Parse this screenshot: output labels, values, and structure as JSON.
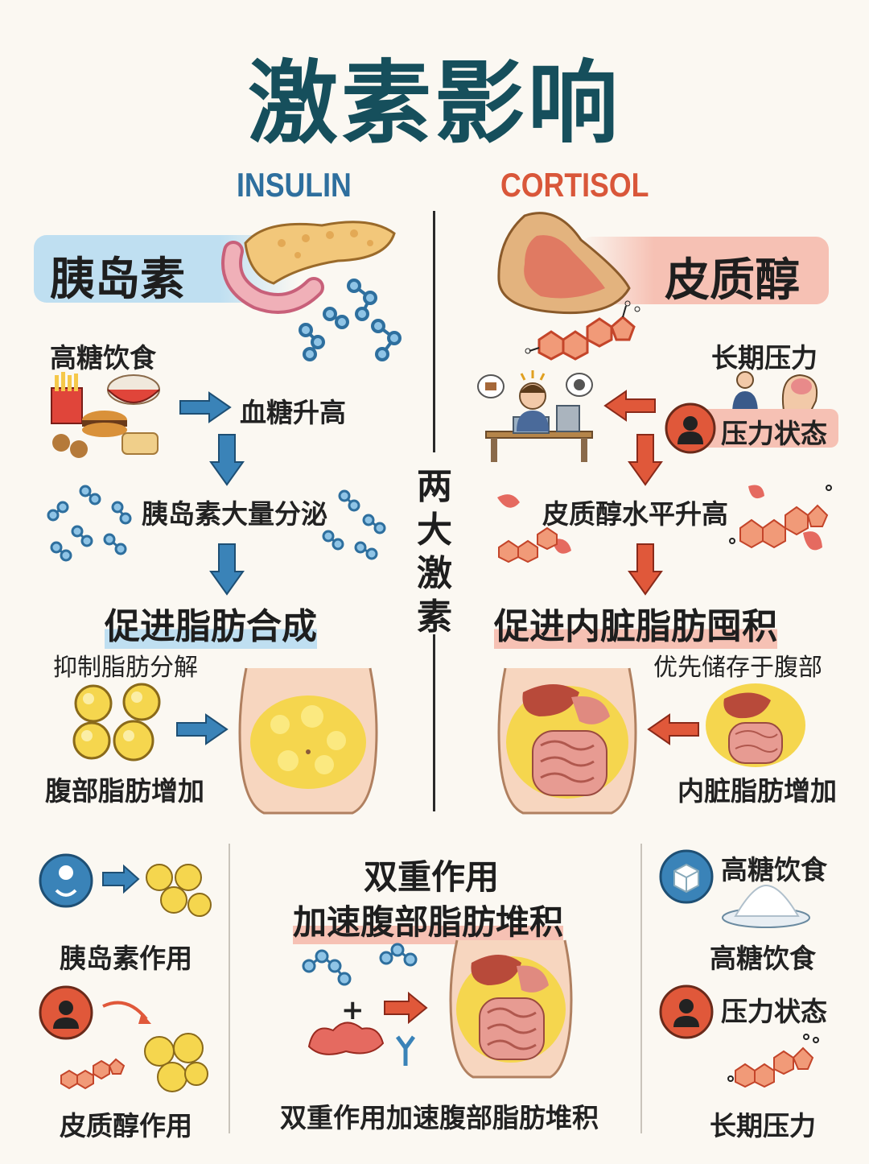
{
  "title": "激素影响",
  "center_label": [
    "两",
    "大",
    "激",
    "素"
  ],
  "insulin": {
    "english": "INSULIN",
    "name": "胰岛素",
    "trigger": "高糖饮食",
    "effect1": "血糖升高",
    "effect2": "胰岛素大量分泌",
    "result": "促进脂肪合成",
    "sub_note": "抑制脂肪分解",
    "outcome": "腹部脂肪增加"
  },
  "cortisol": {
    "english": "CORTISOL",
    "name": "皮质醇",
    "trigger": "长期压力",
    "state": "压力状态",
    "effect1": "皮质醇水平升高",
    "result": "促进内脏脂肪囤积",
    "sub_note": "优先储存于腹部",
    "outcome": "内脏脂肪增加"
  },
  "bottom": {
    "left": {
      "insulin_label": "胰岛素作用",
      "cortisol_label": "皮质醇作用"
    },
    "center": {
      "title1": "双重作用",
      "title2": "加速腹部脂肪堆积",
      "caption": "双重作用加速腹部脂肪堆积"
    },
    "right": {
      "sugar_label": "高糖饮食",
      "sugar_label2": "高糖饮食",
      "stress_label": "压力状态",
      "longterm_label": "长期压力"
    }
  },
  "colors": {
    "title": "#164f5c",
    "insulin": "#2e6f9e",
    "cortisol": "#d9573a",
    "insulin_band": "#bfdff1",
    "cortisol_band": "#f6c1b4",
    "arrow_blue": "#3a83b8",
    "arrow_red": "#e0583a",
    "fat_yellow": "#f5d64e"
  },
  "icons": [
    "pancreas-icon",
    "adrenal-gland-icon",
    "molecule-icon",
    "steroid-icon",
    "junk-food-icon",
    "stressed-worker-icon",
    "fat-cell-icon",
    "abdomen-fat-icon",
    "visceral-organs-icon",
    "sugar-cube-icon",
    "sugar-plate-icon",
    "stress-head-icon",
    "receptor-icon"
  ]
}
